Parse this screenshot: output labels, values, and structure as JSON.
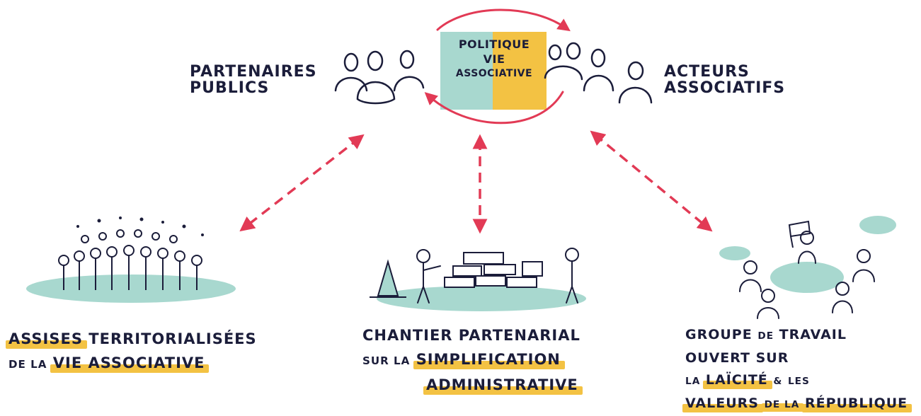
{
  "colors": {
    "ink": "#1b1d3a",
    "red": "#e23a55",
    "teal": "#a8d8cf",
    "yellow": "#f3c243"
  },
  "center_box": {
    "line1": "POLITIQUE",
    "line2": "VIE",
    "line3": "ASSOCIATIVE"
  },
  "left_group": {
    "line1": "PARTENAIRES",
    "line2": "PUBLICS"
  },
  "right_group": {
    "line1": "ACTEURS",
    "line2": "ASSOCIATIFS"
  },
  "nodes": {
    "assises": {
      "w1": "ASSISES",
      "w2": "TERRITORIALISÉES",
      "w3": "DE LA",
      "w4": "VIE ASSOCIATIVE"
    },
    "chantier": {
      "w1": "CHANTIER PARTENARIAL",
      "w2": "SUR LA",
      "w3": "SIMPLIFICATION",
      "w4": "ADMINISTRATIVE"
    },
    "groupe": {
      "w1": "GROUPE",
      "w2": "DE",
      "w3": "TRAVAIL",
      "w4": "OUVERT SUR",
      "w5": "LA",
      "w6": "LAÏCITÉ",
      "w7": "&",
      "w8": "LES",
      "w9": "VALEURS",
      "w10": "DE LA",
      "w11": "RÉPUBLIQUE"
    }
  },
  "icons": [
    "people-icon",
    "crowd-icon",
    "traffic-cone-icon",
    "document-pile-icon",
    "speech-bubble-icon",
    "flag-icon"
  ]
}
